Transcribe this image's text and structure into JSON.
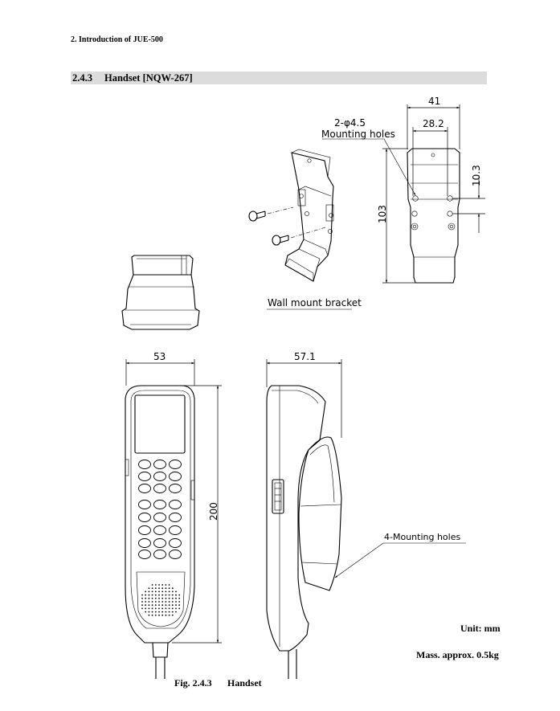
{
  "header": {
    "running_head": "2. Introduction of JUE-500"
  },
  "section": {
    "number": "2.4.3",
    "title": "Handset [NQW-267]"
  },
  "bracket": {
    "hole_spec": "2-φ4.5",
    "hole_label": "Mounting holes",
    "caption": "Wall mount bracket",
    "dims": {
      "width": "41",
      "hole_pitch": "28.2",
      "hole_offset": "10.3",
      "height": "103"
    }
  },
  "handset": {
    "dims": {
      "width": "53",
      "depth": "57.1",
      "height": "200"
    },
    "mounting_holes_label": "4-Mounting holes"
  },
  "notes": {
    "unit": "Unit: mm",
    "mass": "Mass. approx. 0.5kg"
  },
  "figure": {
    "number": "Fig. 2.4.3",
    "title": "Handset"
  }
}
